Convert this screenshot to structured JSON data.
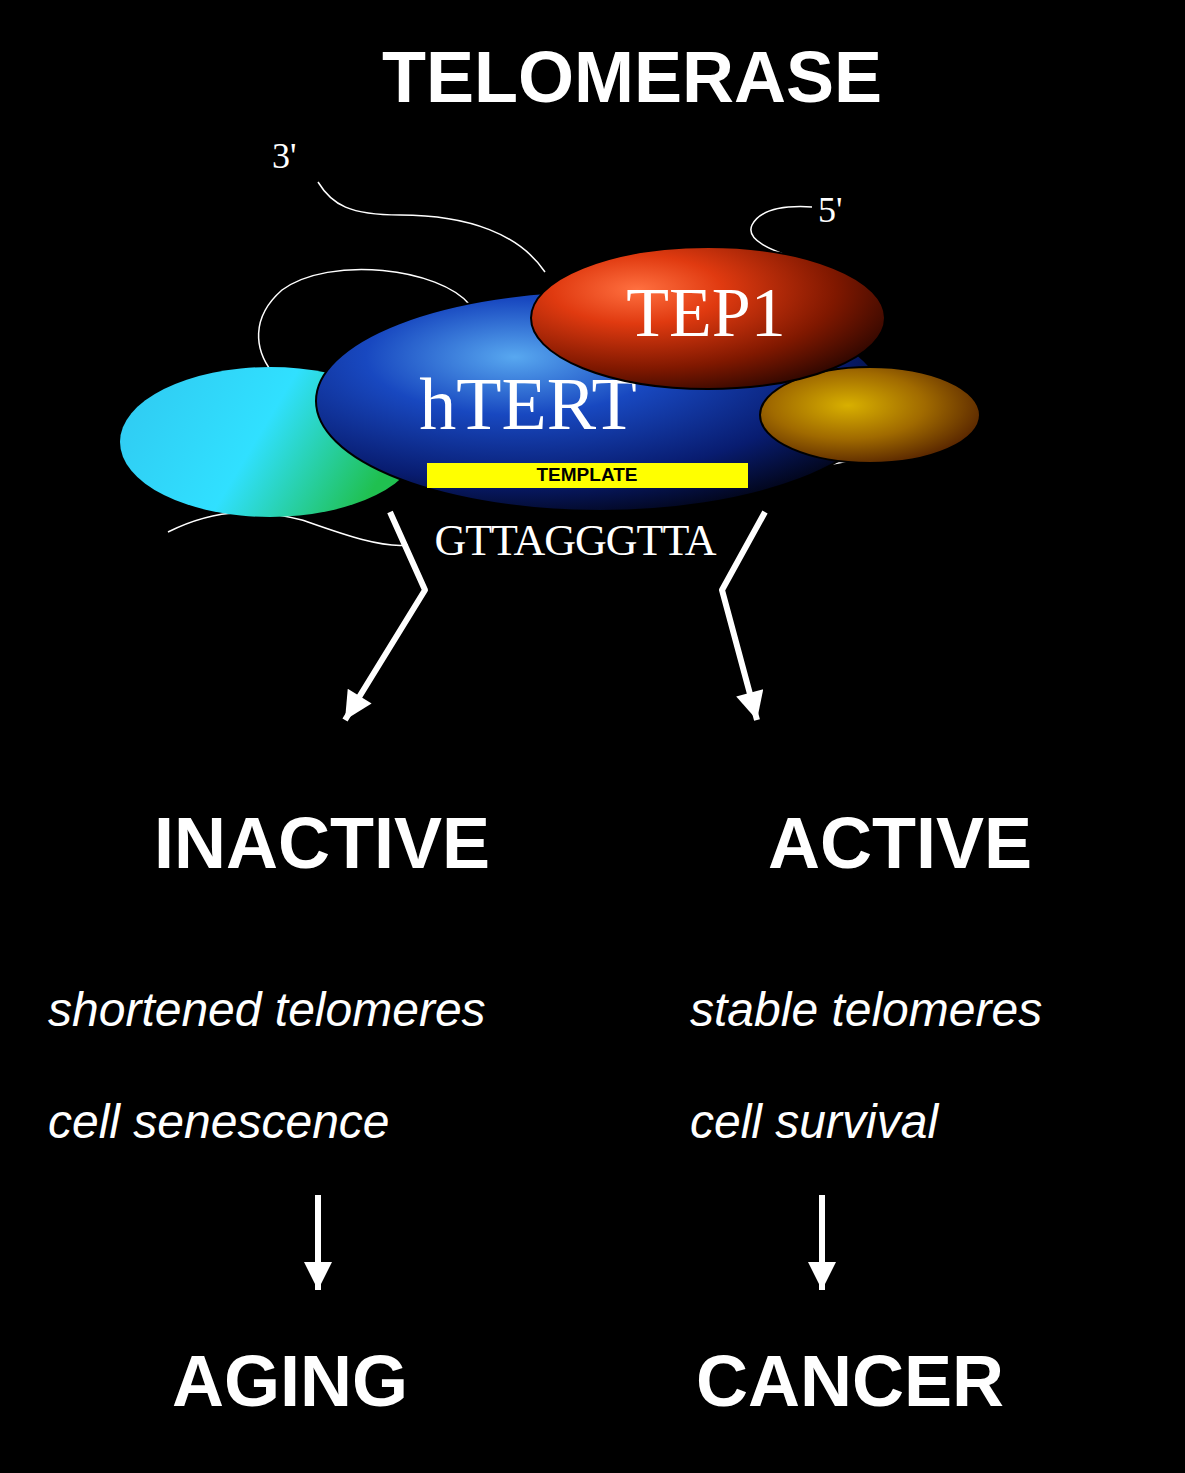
{
  "diagram": {
    "title": "TELOMERASE",
    "nodes": [
      {
        "text": [
          "hTERT"
        ]
      },
      {
        "text": [
          "TEP1"
        ]
      },
      {
        "text": [
          "TEMPLATE"
        ],
        "in": 0
      },
      {
        "text": [
          "INACTIVE",
          "shortened telomeres",
          "cell senescence"
        ]
      },
      {
        "text": [
          "ACTIVE",
          "stable telomeres",
          "cell survival"
        ]
      },
      {
        "text": [
          "AGING"
        ]
      },
      {
        "text": [
          "CANCER"
        ]
      }
    ],
    "edges": [
      {
        "from": 0,
        "to": 3,
        "arrow": "to"
      },
      {
        "from": 0,
        "to": 4,
        "arrow": "to"
      },
      {
        "from": 3,
        "to": 5,
        "arrow": "to"
      },
      {
        "from": 4,
        "to": 6,
        "arrow": "to"
      }
    ],
    "labels": [
      "3'",
      "5'",
      "GTTAGGGTTA"
    ]
  }
}
